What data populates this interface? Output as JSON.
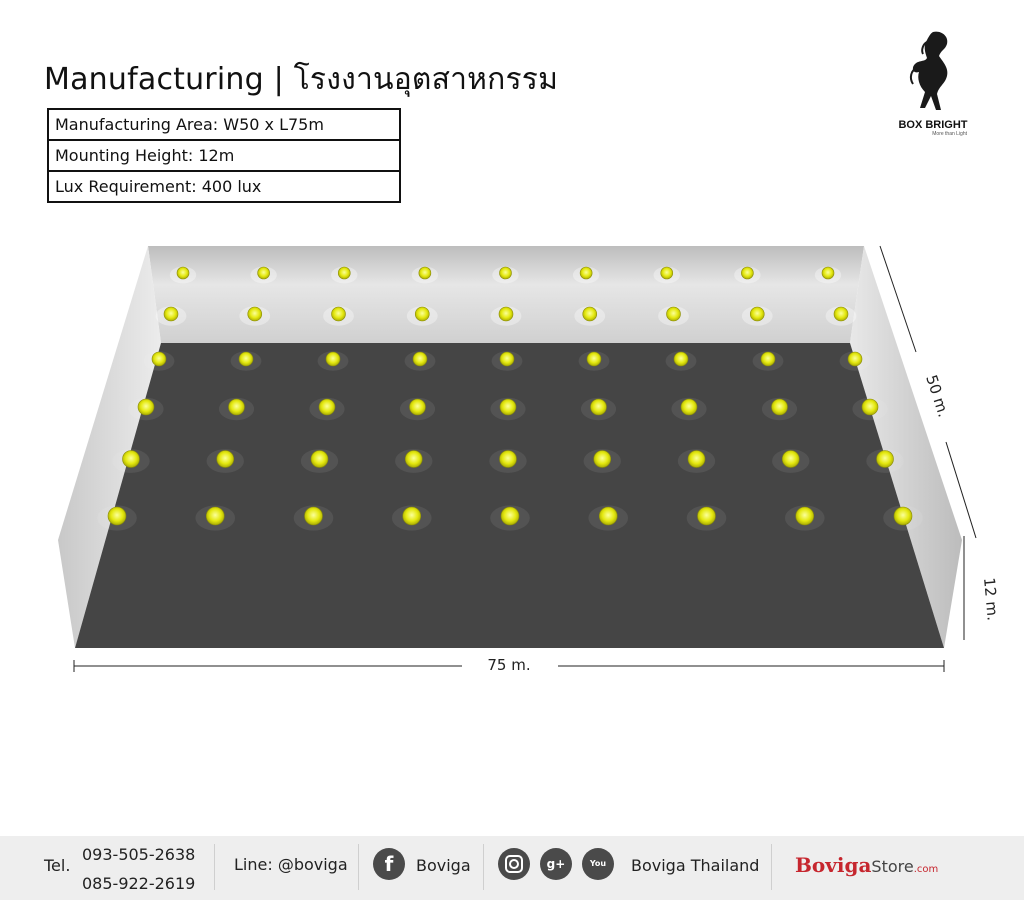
{
  "header": {
    "title": "Manufacturing | โรงงานอุตสาหกรรม",
    "specs": [
      "Manufacturing Area: W50 x L75m",
      "Mounting Height: 12m",
      "Lux Requirement: 400 lux"
    ]
  },
  "logo": {
    "name": "BOX BRIGHT",
    "tagline": "More than Light"
  },
  "diagram": {
    "width_label": "50 m.",
    "height_label": "12 m.",
    "length_label": "75 m.",
    "light_rows": 6,
    "lights_per_row": 9,
    "light_color": "#f2f524",
    "floor_color": "#454545",
    "wall_color": "#d4d4d4"
  },
  "footer": {
    "tel_label": "Tel.",
    "phone1": "093-505-2638",
    "phone2": "085-922-2619",
    "line": "Line:  @boviga",
    "facebook": "Boviga",
    "social_name": "Boviga Thailand",
    "brand_main": "Boviga",
    "brand_store": "Store",
    "brand_domain": ".com",
    "brand_color": "#c6262e"
  }
}
